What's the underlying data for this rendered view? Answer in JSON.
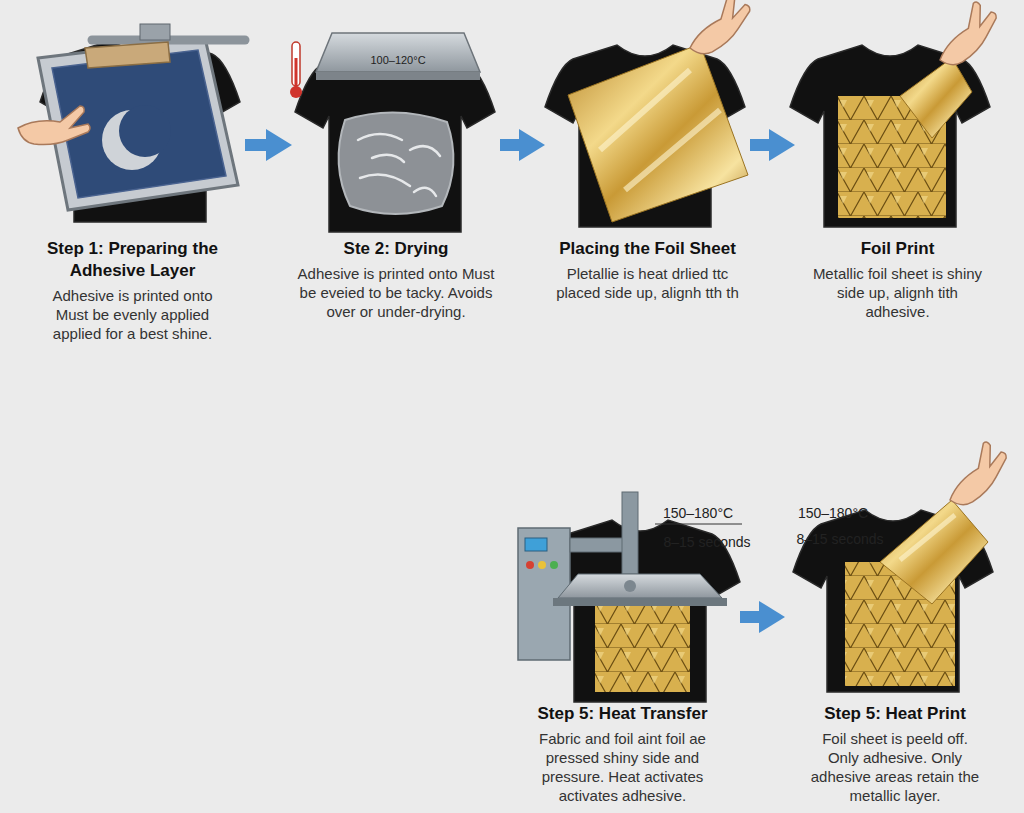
{
  "diagram": {
    "nodes": [
      {
        "text": [
          "Step 1: Preparing the Adhesive Layer",
          "Adhesive is printed onto Must be evenly applied applied for a best shine."
        ]
      },
      {
        "text": [
          "Ste 2: Drying",
          "Adhesive is printed onto Must be eveied to be tacky. Avoids over or under-drying."
        ]
      },
      {
        "text": [
          "Placing the Foil Sheet",
          "Pletallie is heat drlied ttc placed side up, alignh tth th"
        ]
      },
      {
        "text": [
          "Foil Print",
          "Metallic foil sheet is shiny side up, alignh tith adhesive."
        ]
      },
      {
        "text": [
          "Step 5: Heat Transfer",
          "Fabric and foil aint foil ae pressed shiny side and pressure. Heat activates activates adhesive."
        ]
      },
      {
        "text": [
          "Step 5: Heat Print",
          "Foil sheet is peeld off. Only adhesive. Only adhesive areas retain the metallic layer."
        ]
      }
    ],
    "edges": [
      {
        "from": 0,
        "to": 1,
        "arrow": "to"
      },
      {
        "from": 1,
        "to": 2,
        "arrow": "to"
      },
      {
        "from": 2,
        "to": 3,
        "arrow": "to"
      },
      {
        "from": 4,
        "to": 5,
        "arrow": "to"
      }
    ],
    "labels": [
      "100–120°C",
      "150–180°C",
      "8–15 seconds",
      "150–180°C",
      "8–15 seconds"
    ]
  }
}
